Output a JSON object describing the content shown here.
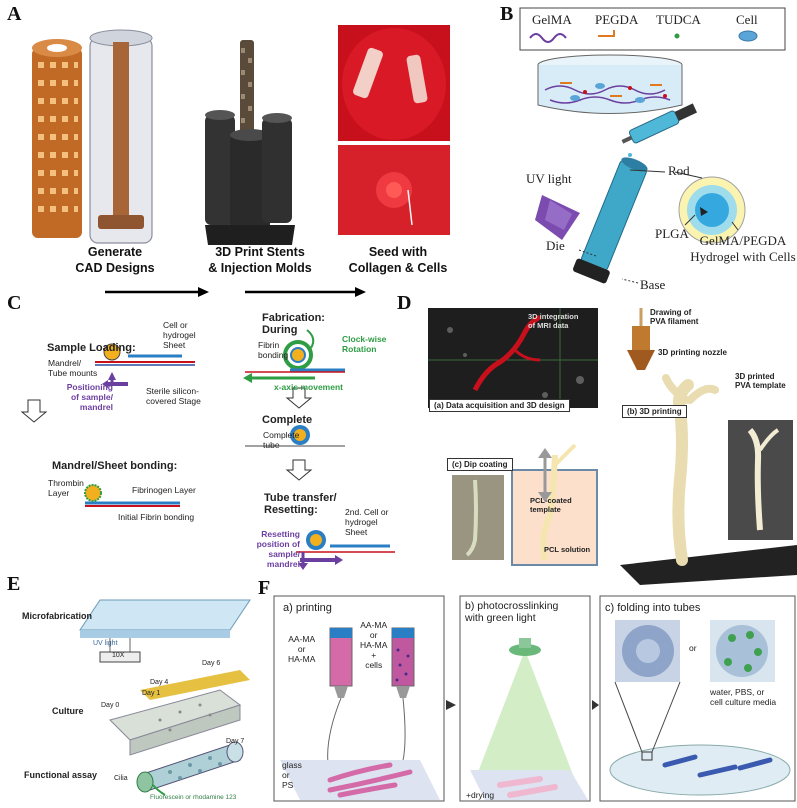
{
  "panelA": {
    "letter": "A",
    "step1": "Generate\nCAD Designs",
    "step1_l1": "Generate",
    "step1_l2": "CAD Designs",
    "step2_l1": "3D Print Stents",
    "step2_l2": "& Injection Molds",
    "step3_l1": "Seed with",
    "step3_l2": "Collagen & Cells"
  },
  "panelB": {
    "letter": "B",
    "legend": [
      "GelMA",
      "PEGDA",
      "TUDCA",
      "Cell"
    ],
    "uv": "UV light",
    "rod": "Rod",
    "die": "Die",
    "plga": "PLGA",
    "hydrogel_l1": "GelMA/PEGDA",
    "hydrogel_l2": "Hydrogel with Cells",
    "base": "Base"
  },
  "panelC": {
    "letter": "C",
    "sample_loading": "Sample Loading:",
    "mandrel_mounts_l1": "Mandrel/",
    "mandrel_mounts_l2": "Tube mounts",
    "cell_sheet_l1": "Cell or",
    "cell_sheet_l2": "hydrogel",
    "cell_sheet_l3": "Sheet",
    "positioning_l1": "Positioning",
    "positioning_l2": "of sample/",
    "positioning_l3": "mandrel",
    "sterile_l1": "Sterile silicon-",
    "sterile_l2": "covered Stage",
    "mandrel_bonding": "Mandrel/Sheet bonding:",
    "thrombin_l1": "Thrombin",
    "thrombin_l2": "Layer",
    "fibrinogen": "Fibrinogen Layer",
    "initial_fibrin": "Initial Fibrin bonding",
    "fabrication_l1": "Fabrication:",
    "fabrication_l2": "During",
    "fibrin_bonding_l1": "Fibrin",
    "fibrin_bonding_l2": "bonding",
    "clockwise_l1": "Clock-wise",
    "clockwise_l2": "Rotation",
    "x_axis": "x-axis movement",
    "complete": "Complete",
    "complete_tube_l1": "Complete",
    "complete_tube_l2": "tube",
    "tube_transfer_l1": "Tube transfer/",
    "tube_transfer_l2": "Resetting:",
    "second_sheet_l1": "2nd. Cell or",
    "second_sheet_l2": "hydrogel",
    "second_sheet_l3": "Sheet",
    "resetting_l1": "Resetting",
    "resetting_l2": "position of",
    "resetting_l3": "sample/",
    "resetting_l4": "mandrel"
  },
  "panelD": {
    "letter": "D",
    "mri_l1": "3D integration",
    "mri_l2": "of MRI data",
    "caption_a": "(a) Data acquisition and 3D design",
    "drawing_l1": "Drawing of",
    "drawing_l2": "PVA filament",
    "nozzle": "3D printing nozzle",
    "printed_l1": "3D printed",
    "printed_l2": "PVA template",
    "caption_b": "(b) 3D printing",
    "caption_c": "(c) Dip coating",
    "pcl_coated_l1": "PCL-coated",
    "pcl_coated_l2": "template",
    "pcl_solution": "PCL solution"
  },
  "panelE": {
    "letter": "E",
    "microfabrication": "Microfabrication",
    "uv_light": "UV light",
    "mag": "10X",
    "culture": "Culture",
    "functional": "Functional assay",
    "days": [
      "Day 0",
      "Day 1",
      "Day 4",
      "Day 6",
      "Day 7"
    ],
    "cilia": "Cilia",
    "fluor": "Fluorescein or rhodamine 123"
  },
  "panelF": {
    "letter": "F",
    "a_title": "a) printing",
    "ink1_l1": "AA-MA",
    "ink1_l2": "or",
    "ink1_l3": "HA-MA",
    "ink2_l1": "AA-MA",
    "ink2_l2": "or",
    "ink2_l3": "HA-MA",
    "ink2_l4": "+",
    "ink2_l5": "cells",
    "glass_l1": "glass",
    "glass_l2": "or",
    "glass_l3": "PS",
    "b_title_l1": "b) photocrosslinking",
    "b_title_l2": "with green light",
    "drying": "+drying",
    "c_title": "c) folding into tubes",
    "or": "or",
    "media_l1": "water, PBS, or",
    "media_l2": "cell culture media"
  },
  "colors": {
    "orange": "#c06a26",
    "purple": "#6b3fa0",
    "green": "#2e9d44",
    "red": "#c8101c",
    "pink": "#d9609a",
    "blue": "#2a7fc4"
  }
}
